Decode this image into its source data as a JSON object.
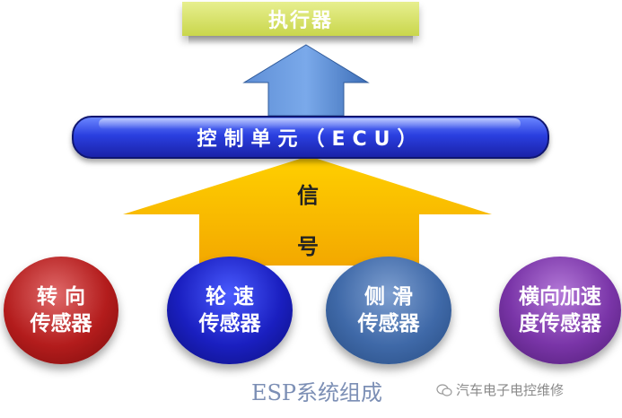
{
  "actuator": {
    "label": "执行器"
  },
  "ecu": {
    "label": "控制单元（ECU）"
  },
  "signal": {
    "char1": "信",
    "char2": "号"
  },
  "sensors": [
    {
      "line1": "转 向",
      "line2": "传感器"
    },
    {
      "line1": "轮 速",
      "line2": "传感器"
    },
    {
      "line1": "侧 滑",
      "line2": "传感器"
    },
    {
      "line1": "横向加速",
      "line2": "度传感器"
    }
  ],
  "caption": "ESP系统组成",
  "watermark": "汽车电子电控维修"
}
